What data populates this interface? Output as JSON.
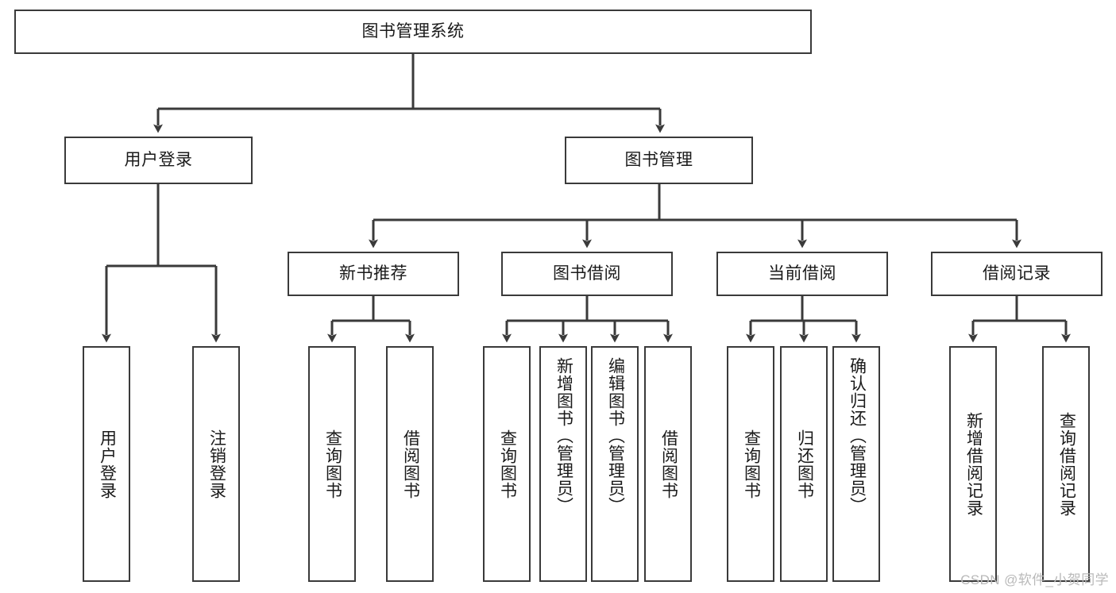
{
  "diagram": {
    "title_node": {
      "label": "图书管理系统"
    },
    "level2": [
      {
        "id": "user-login",
        "label": "用户登录"
      },
      {
        "id": "book-management",
        "label": "图书管理"
      }
    ],
    "level3": [
      {
        "id": "new-book-recommend",
        "label": "新书推荐"
      },
      {
        "id": "book-borrow",
        "label": "图书借阅"
      },
      {
        "id": "current-borrow",
        "label": "当前借阅"
      },
      {
        "id": "borrow-record",
        "label": "借阅记录"
      }
    ],
    "leaves": [
      {
        "id": "leaf-user-login",
        "label": "用户登录",
        "parent": "user-login"
      },
      {
        "id": "leaf-logout",
        "label": "注销登录",
        "parent": "user-login"
      },
      {
        "id": "leaf-query-book-1",
        "label": "查询图书",
        "parent": "new-book-recommend"
      },
      {
        "id": "leaf-borrow-book-1",
        "label": "借阅图书",
        "parent": "new-book-recommend"
      },
      {
        "id": "leaf-query-book-2",
        "label": "查询图书",
        "parent": "book-borrow"
      },
      {
        "id": "leaf-add-book",
        "label": "新增图书（管理员）",
        "parent": "book-borrow"
      },
      {
        "id": "leaf-edit-book",
        "label": "编辑图书（管理员）",
        "parent": "book-borrow"
      },
      {
        "id": "leaf-borrow-book-2",
        "label": "借阅图书",
        "parent": "book-borrow"
      },
      {
        "id": "leaf-query-book-3",
        "label": "查询图书",
        "parent": "current-borrow"
      },
      {
        "id": "leaf-return-book",
        "label": "归还图书",
        "parent": "current-borrow"
      },
      {
        "id": "leaf-confirm-return",
        "label": "确认归还（管理员）",
        "parent": "current-borrow"
      },
      {
        "id": "leaf-add-record",
        "label": "新增借阅记录",
        "parent": "borrow-record"
      },
      {
        "id": "leaf-query-record",
        "label": "查询借阅记录",
        "parent": "borrow-record"
      }
    ],
    "watermark": "CSDN @软件_小贺同学",
    "colors": {
      "stroke": "#3a3a3a",
      "background": "#ffffff",
      "text": "#1a1a1a",
      "watermark": "#b9b9b9"
    }
  }
}
